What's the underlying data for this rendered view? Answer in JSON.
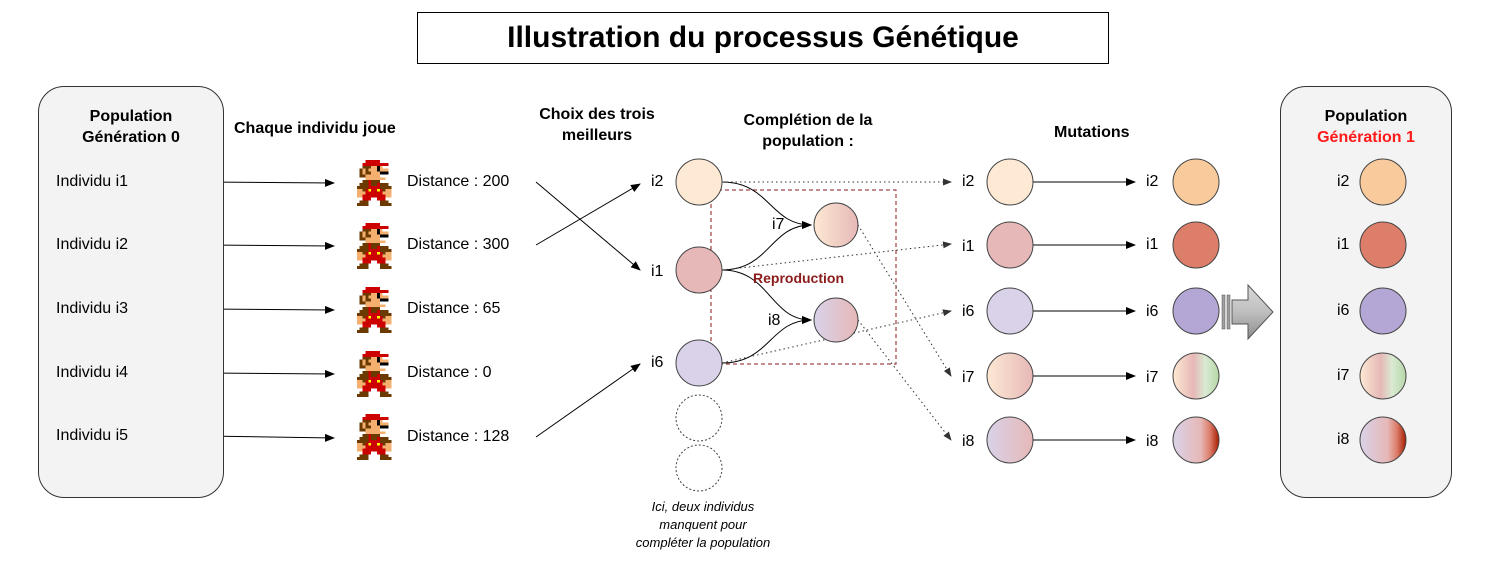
{
  "title": "Illustration du processus Génétique",
  "left_panel": {
    "title_line1": "Population",
    "title_line2": "Génération 0",
    "individuals": [
      {
        "label": "Individu i1",
        "color": "#e6b8b7"
      },
      {
        "label": "Individu i2",
        "color": "#fde9d4"
      },
      {
        "label": "Individu i3",
        "color": "#d9ead3"
      },
      {
        "label": "Individu i4",
        "color": "#c9daf8"
      },
      {
        "label": "Individu i5",
        "color": "#d9d2e9"
      }
    ]
  },
  "play": {
    "header": "Chaque individu joue",
    "distances": [
      "Distance : 200",
      "Distance : 300",
      "Distance : 65",
      "Distance : 0",
      "Distance : 128"
    ]
  },
  "selection": {
    "header_line1": "Choix des trois",
    "header_line2": "meilleurs",
    "labels": [
      "i2",
      "i1",
      "i6"
    ],
    "colors": [
      "#fde9d4",
      "#e6b8b7",
      "#d9d2e9"
    ]
  },
  "completion": {
    "header_line1": "Complétion de la",
    "header_line2": "population :",
    "reproduction_label": "Reproduction",
    "children": [
      "i7",
      "i8"
    ],
    "note_line1": "Ici, deux individus",
    "note_line2": "manquent pour",
    "note_line3": "compléter la population"
  },
  "mutations": {
    "header": "Mutations",
    "before_labels": [
      "i2",
      "i1",
      "i6",
      "i7",
      "i8"
    ],
    "after_labels": [
      "i2",
      "i1",
      "i6",
      "i7",
      "i8"
    ],
    "after_colors": [
      "#f9cb9c",
      "#dd7e6b",
      "#b4a7d6"
    ]
  },
  "right_panel": {
    "title_line1": "Population",
    "title_line2": "Génération 1",
    "labels": [
      "i2",
      "i1",
      "i6",
      "i7",
      "i8"
    ]
  },
  "colors": {
    "panel_bg": "#f3f3f3",
    "generation1_red": "#ff1a1a",
    "reproduction_red": "#8b1a1a"
  }
}
